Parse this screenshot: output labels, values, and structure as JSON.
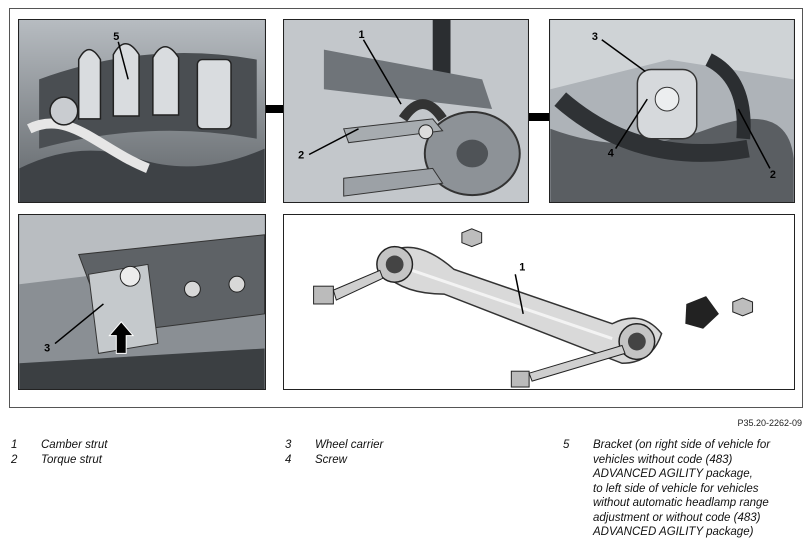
{
  "figure": {
    "reference": "P35.20-2262-09",
    "callouts": {
      "top_left": [
        "5"
      ],
      "top_center": [
        "1",
        "2"
      ],
      "top_right": [
        "3",
        "4",
        "2"
      ],
      "bottom_left": [
        "3"
      ],
      "bottom_right": [
        "1"
      ]
    }
  },
  "legend": [
    {
      "num": "1",
      "text": "Camber strut"
    },
    {
      "num": "2",
      "text": "Torque strut"
    },
    {
      "num": "3",
      "text": "Wheel carrier"
    },
    {
      "num": "4",
      "text": "Screw"
    },
    {
      "num": "5",
      "text": "Bracket (on right side of vehicle for\nvehicles without code (483)\nADVANCED AGILITY package,\nto left side of vehicle for vehicles\nwithout automatic headlamp range\nadjustment or without code (483)\nADVANCED AGILITY package)"
    }
  ]
}
